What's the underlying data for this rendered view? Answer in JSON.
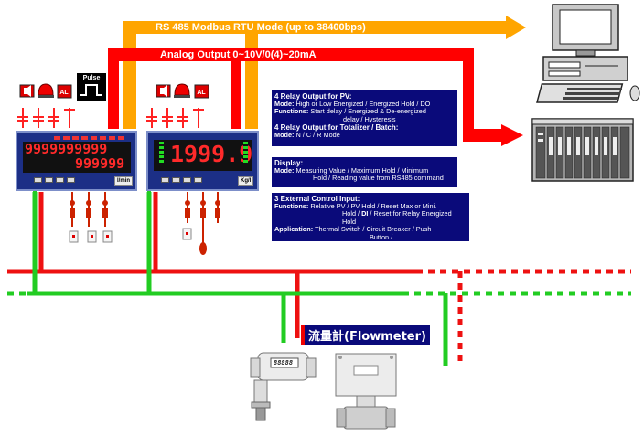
{
  "banners": {
    "rs485": "RS 485 Modbus RTU Mode (up to 38400bps)",
    "analog": "Analog Output 0~10V/0(4)~20mA"
  },
  "pulse_label": "Pulse",
  "meter1": {
    "line1": "9999999999",
    "line2": "999999",
    "unit": "l/min"
  },
  "meter2": {
    "value": "1999.9",
    "unit": "Kg/l"
  },
  "relay_pv": {
    "heading": "4 Relay Output for PV:",
    "mode_label": "Mode:",
    "mode_text": "High or Low Energized / Energized Hold / DO",
    "functions_label": "Functions:",
    "functions_text": "Start delay / Energized & De-energized",
    "functions_text2": "delay / Hysteresis"
  },
  "relay_totalizer": {
    "heading": "4 Relay Output for Totalizer / Batch:",
    "mode_label": "Mode:",
    "mode_text": "N / C / R Mode"
  },
  "display": {
    "heading": "Display:",
    "mode_label": "Mode:",
    "mode_text": "Measuring Value / Maximum Hold / Minimum",
    "mode_text2": "Hold / Reading value from RS485 command"
  },
  "ext_input": {
    "heading": "3 External Control Input:",
    "functions_label": "Functions:",
    "functions_text": "Relative PV / PV Hold / Reset Max or Mini.",
    "functions_text2_a": "Hold / ",
    "functions_text2_b": "DI",
    "functions_text2_c": " / Reset for Relay Energized Hold",
    "application_label": "Application:",
    "application_text": "Thermal Switch / Circuit Breaker / Push",
    "application_text2": "Button / ……"
  },
  "flowmeter_label": "流量計(Flowmeter)",
  "flowmeter_display": "88888",
  "colors": {
    "orange": "#ffa500",
    "red": "#ff0000",
    "green": "#22cc22",
    "navy": "#0a0a7a",
    "meter_blue": "#1c2f86"
  }
}
